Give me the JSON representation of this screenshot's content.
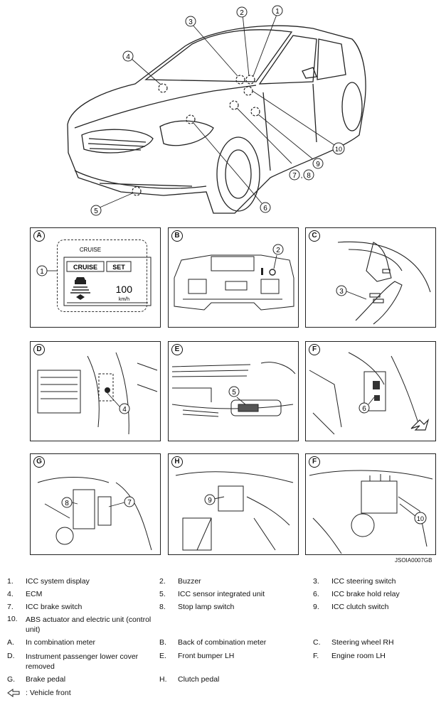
{
  "figure_code": "JSOIA0007GB",
  "callouts": [
    "1",
    "2",
    "3",
    "4",
    "5",
    "6",
    "7",
    "8",
    "9",
    "10"
  ],
  "panels": [
    {
      "letter": "A"
    },
    {
      "letter": "B"
    },
    {
      "letter": "C"
    },
    {
      "letter": "D"
    },
    {
      "letter": "E"
    },
    {
      "letter": "F"
    },
    {
      "letter": "G"
    },
    {
      "letter": "H"
    },
    {
      "letter": "F"
    }
  ],
  "icc_display": {
    "title": "CRUISE",
    "btn_cruise": "CRUISE",
    "btn_set": "SET",
    "speed": "100",
    "unit": "km/h"
  },
  "legend": {
    "items": [
      {
        "num": "1.",
        "text": "ICC system display"
      },
      {
        "num": "2.",
        "text": "Buzzer"
      },
      {
        "num": "3.",
        "text": "ICC steering switch"
      },
      {
        "num": "4.",
        "text": "ECM"
      },
      {
        "num": "5.",
        "text": "ICC sensor integrated unit"
      },
      {
        "num": "6.",
        "text": "ICC brake hold relay"
      },
      {
        "num": "7.",
        "text": "ICC brake switch"
      },
      {
        "num": "8.",
        "text": "Stop lamp switch"
      },
      {
        "num": "9.",
        "text": "ICC clutch switch"
      },
      {
        "num": "10.",
        "text": "ABS actuator and electric unit (control unit)"
      },
      {
        "num": "A.",
        "text": "In combination meter"
      },
      {
        "num": "B.",
        "text": "Back of combination meter"
      },
      {
        "num": "C.",
        "text": "Steering wheel RH"
      },
      {
        "num": "D.",
        "text": "Instrument passenger lower cover removed"
      },
      {
        "num": "E.",
        "text": "Front bumper LH"
      },
      {
        "num": "F.",
        "text": "Engine room LH"
      },
      {
        "num": "G.",
        "text": "Brake pedal"
      },
      {
        "num": "H.",
        "text": "Clutch pedal"
      }
    ],
    "front_note": ": Vehicle front"
  },
  "colors": {
    "line": "#222222",
    "bg": "#ffffff"
  }
}
